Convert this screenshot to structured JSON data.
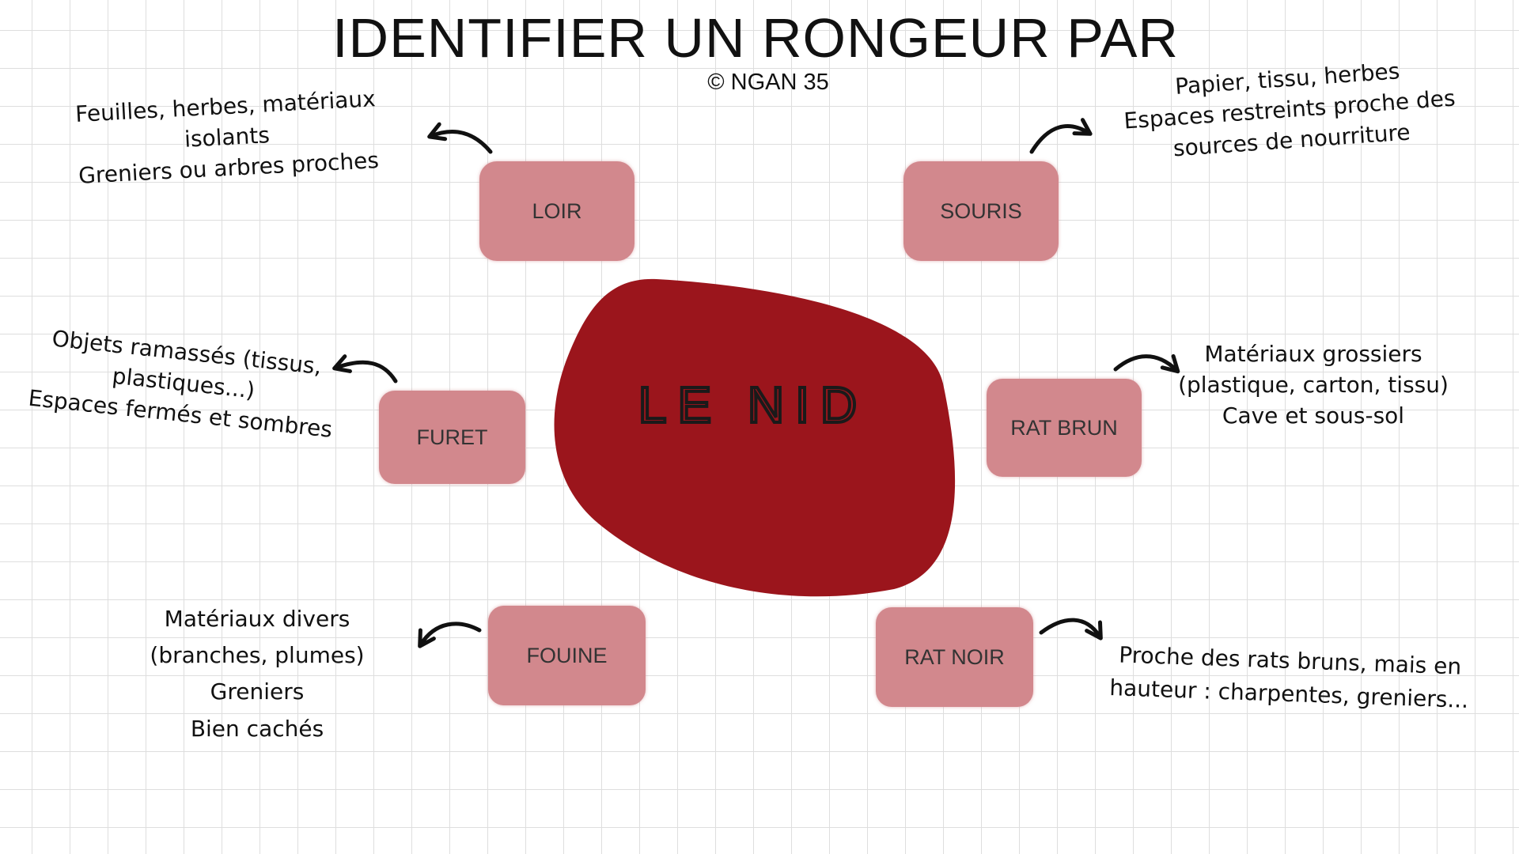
{
  "title": "IDENTIFIER UN RONGEUR PAR",
  "credit": "© NGAN 35",
  "center": {
    "label": "LE NID",
    "color": "#9b151c"
  },
  "node_color": "#d2888d",
  "nodes": {
    "loir": {
      "label": "LOIR",
      "notes": [
        "Feuilles, herbes, matériaux",
        "isolants",
        "Greniers ou arbres proches"
      ]
    },
    "souris": {
      "label": "SOURIS",
      "notes": [
        "Papier, tissu, herbes",
        "Espaces restreints proche des",
        "sources de nourriture"
      ]
    },
    "furet": {
      "label": "FURET",
      "notes": [
        "Objets ramassés (tissus,",
        "plastiques...)",
        "Espaces fermés et sombres"
      ]
    },
    "rat_brun": {
      "label": "RAT BRUN",
      "notes": [
        "Matériaux grossiers",
        "(plastique, carton, tissu)",
        "Cave et sous-sol"
      ]
    },
    "fouine": {
      "label": "FOUINE",
      "notes": [
        "Matériaux divers",
        "(branches, plumes)",
        "Greniers",
        "Bien cachés"
      ]
    },
    "rat_noir": {
      "label": "RAT NOIR",
      "notes": [
        "Proche des rats bruns, mais en",
        "hauteur : charpentes, greniers..."
      ]
    }
  }
}
